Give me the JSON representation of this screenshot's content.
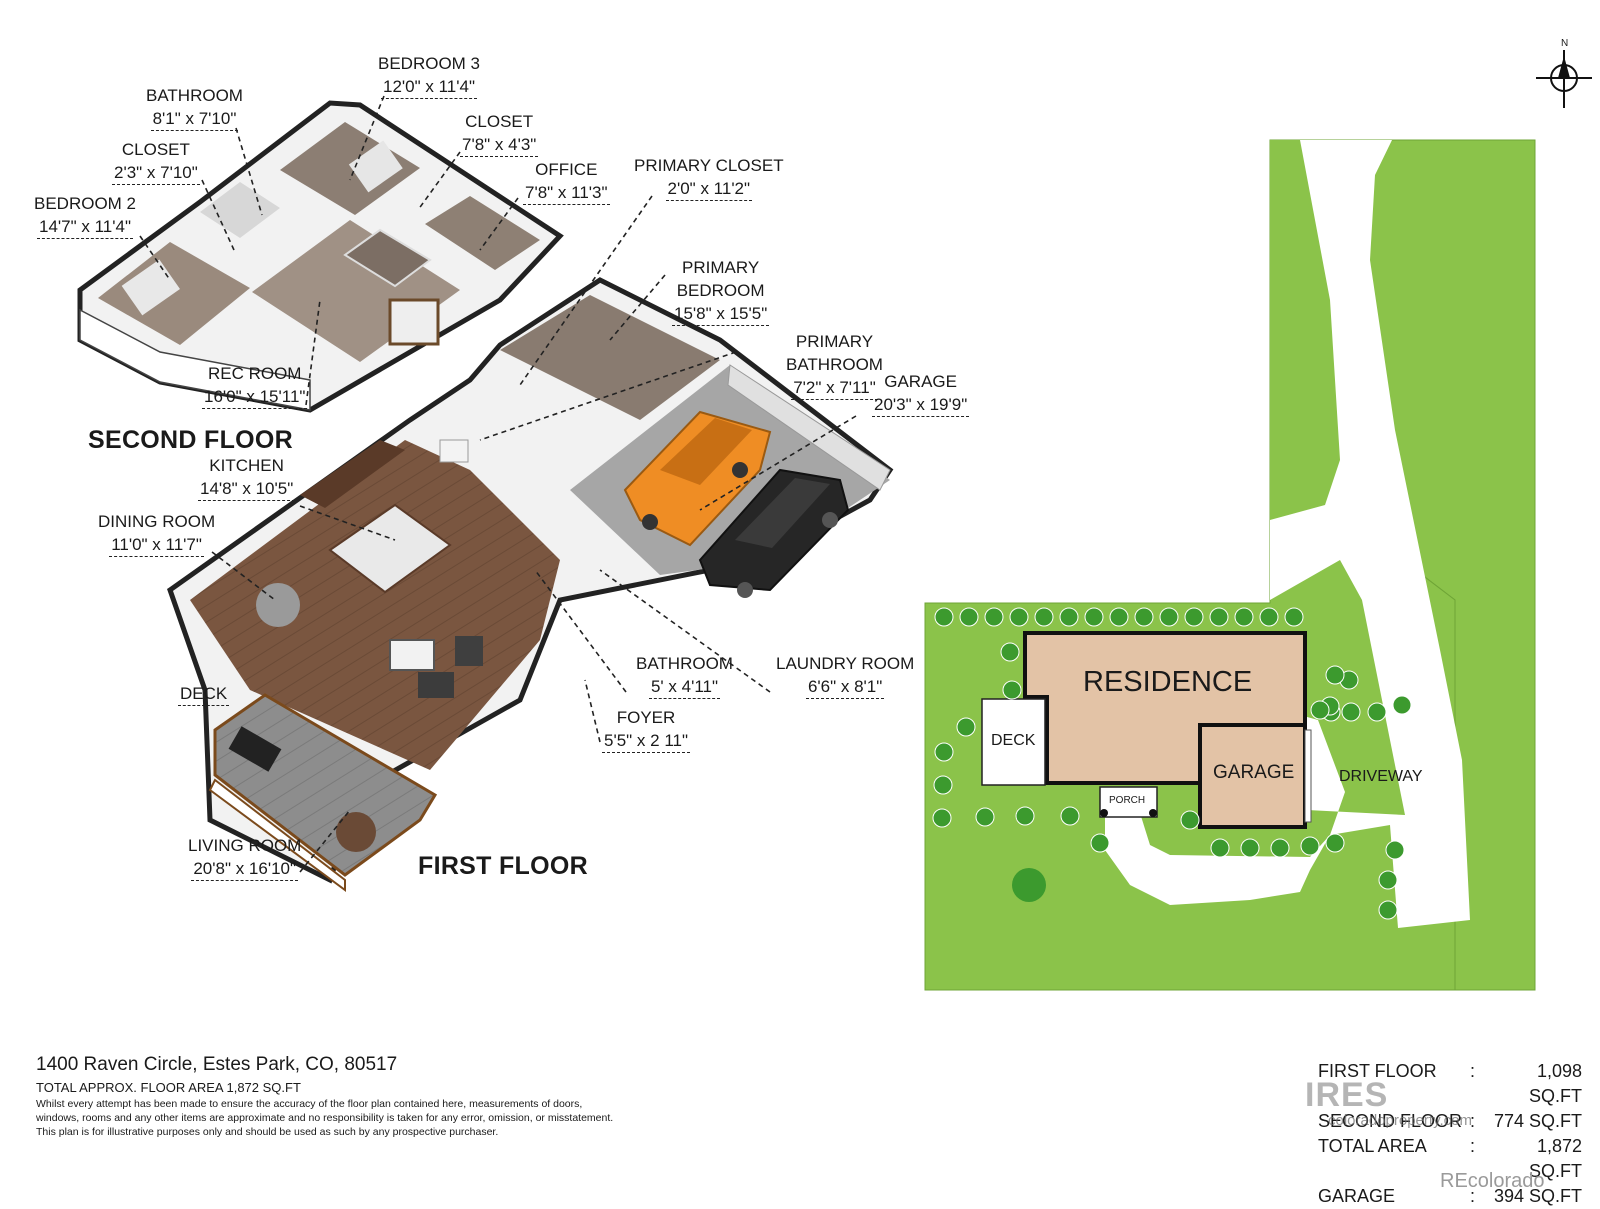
{
  "rooms": {
    "bedroom3": {
      "name": "BEDROOM 3",
      "dim": "12'0\" x 11'4\""
    },
    "bathroom2": {
      "name": "BATHROOM",
      "dim": "8'1\" x 7'10\""
    },
    "closet_a": {
      "name": "CLOSET",
      "dim": "7'8\" x 4'3\""
    },
    "closet_b": {
      "name": "CLOSET",
      "dim": "2'3\" x 7'10\""
    },
    "office": {
      "name": "OFFICE",
      "dim": "7'8\" x 11'3\""
    },
    "bedroom2": {
      "name": "BEDROOM 2",
      "dim": "14'7\" x 11'4\""
    },
    "primary_closet": {
      "name": "PRIMARY CLOSET",
      "dim": "2'0\" x 11'2\""
    },
    "primary_bedroom": {
      "name": "PRIMARY\nBEDROOM",
      "dim": "15'8\" x 15'5\""
    },
    "primary_bathroom": {
      "name": "PRIMARY\nBATHROOM",
      "dim": "7'2\" x 7'11\""
    },
    "rec_room": {
      "name": "REC ROOM",
      "dim": "16'0\" x 15'11\""
    },
    "garage": {
      "name": "GARAGE",
      "dim": "20'3\" x 19'9\""
    },
    "kitchen": {
      "name": "KITCHEN",
      "dim": "14'8\" x 10'5\""
    },
    "dining_room": {
      "name": "DINING ROOM",
      "dim": "11'0\" x 11'7\""
    },
    "bathroom1": {
      "name": "BATHROOM",
      "dim": "5' x 4'11\""
    },
    "laundry_room": {
      "name": "LAUNDRY ROOM",
      "dim": "6'6\" x 8'1\""
    },
    "deck": {
      "name": "DECK",
      "dim": ""
    },
    "foyer": {
      "name": "FOYER",
      "dim": "5'5\" x 2 11\""
    },
    "living_room": {
      "name": "LIVING ROOM",
      "dim": "20'8\" x 16'10\""
    }
  },
  "floors": {
    "second": "SECOND FLOOR",
    "first": "FIRST FLOOR"
  },
  "site": {
    "residence": "RESIDENCE",
    "deck": "DECK",
    "garage": "GARAGE",
    "porch": "PORCH",
    "driveway": "DRIVEWAY",
    "north": "N"
  },
  "footer": {
    "address": "1400 Raven Circle, Estes Park, CO, 80517",
    "total": "TOTAL APPROX. FLOOR AREA 1,872 SQ.FT",
    "disclaimer": [
      "Whilst every attempt has been made to ensure the accuracy of the floor plan contained here, measurements of doors,",
      "windows, rooms and any other items are approximate and no responsibility is taken for any error, omission, or misstatement.",
      "This plan is for illustrative purposes only and should be used as such by any prospective purchaser."
    ]
  },
  "areas": [
    {
      "name": "FIRST FLOOR",
      "value": "1,098 SQ.FT"
    },
    {
      "name": "SECOND FLOOR",
      "value": "774 SQ.FT"
    },
    {
      "name": "TOTAL AREA",
      "value": "1,872 SQ.FT"
    },
    {
      "name": "GARAGE",
      "value": "394 SQ.FT"
    }
  ],
  "watermark": {
    "logo": "IRES",
    "sub": "coloradoproperty.com"
  },
  "credit": "REcolorado",
  "colors": {
    "lawn": "#8bc34a",
    "lawn_edge": "#6fa537",
    "tree": "#3c9a2e",
    "building": "#e3c3a6",
    "floor_wood": "#7d5a44",
    "floor_carpet": "#9b8c80",
    "garage_floor": "#a9a9a9",
    "car_orange": "#ef8d24",
    "car_black": "#262626"
  }
}
